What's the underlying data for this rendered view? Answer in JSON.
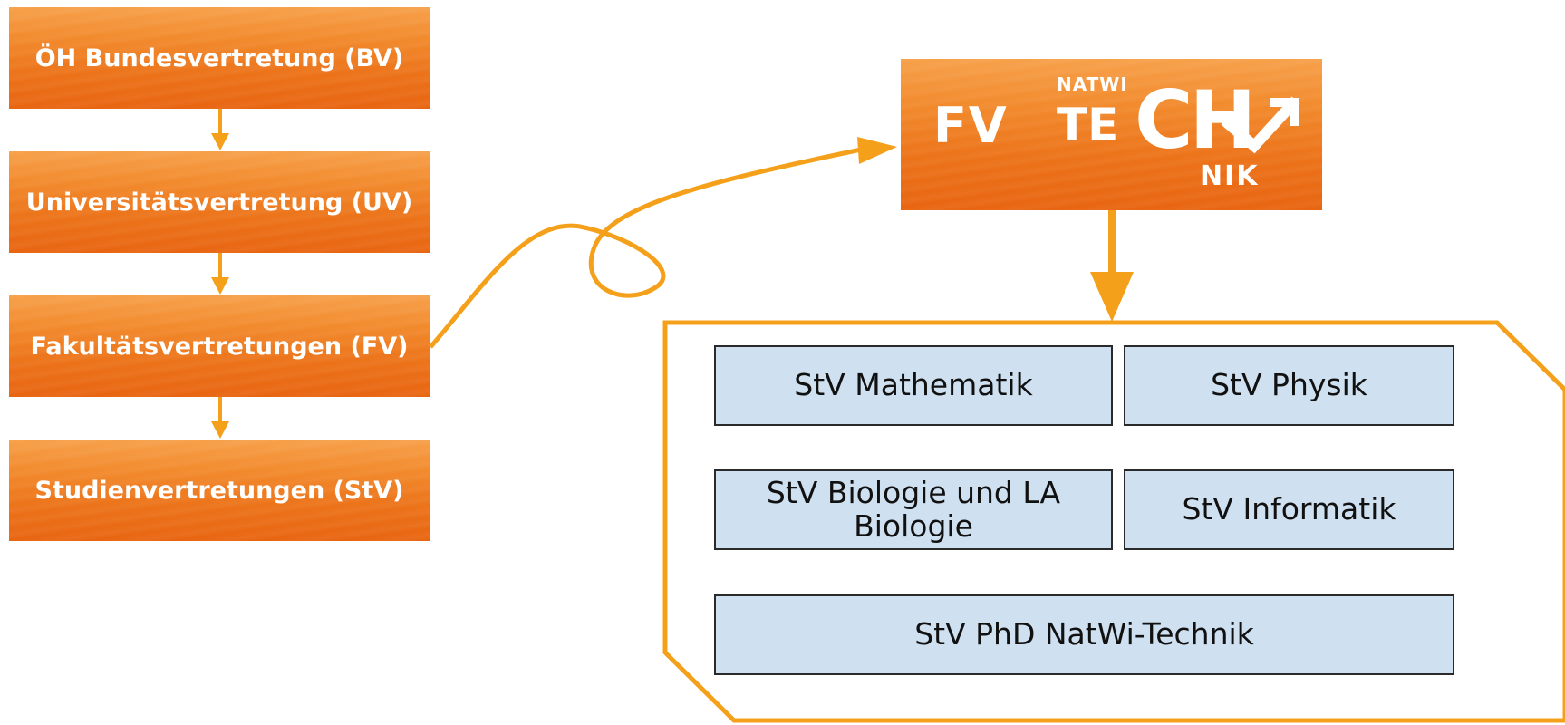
{
  "hierarchy": [
    {
      "id": "bv",
      "label": "ÖH Bundesvertretung (BV)"
    },
    {
      "id": "uv",
      "label": "Universitätsvertretung (UV)"
    },
    {
      "id": "fv",
      "label": "Fakultätsvertretungen (FV)"
    },
    {
      "id": "stv",
      "label": "Studienvertretungen (StV)"
    }
  ],
  "logo": {
    "fv": "FV",
    "natwi": "NATWI",
    "te": "TE",
    "ch": "CH",
    "nik": "NIK"
  },
  "studienvertretungen": [
    {
      "label": "StV Mathematik"
    },
    {
      "label": "StV Physik"
    },
    {
      "label": "StV Biologie und LA Biologie"
    },
    {
      "label": "StV Informatik"
    },
    {
      "label": "StV PhD NatWi-Technik"
    }
  ],
  "colors": {
    "orange": "#ec7218",
    "arrow": "#f5a01a",
    "stv_fill": "#cfe0f1",
    "stv_border": "#2a2a2a"
  }
}
